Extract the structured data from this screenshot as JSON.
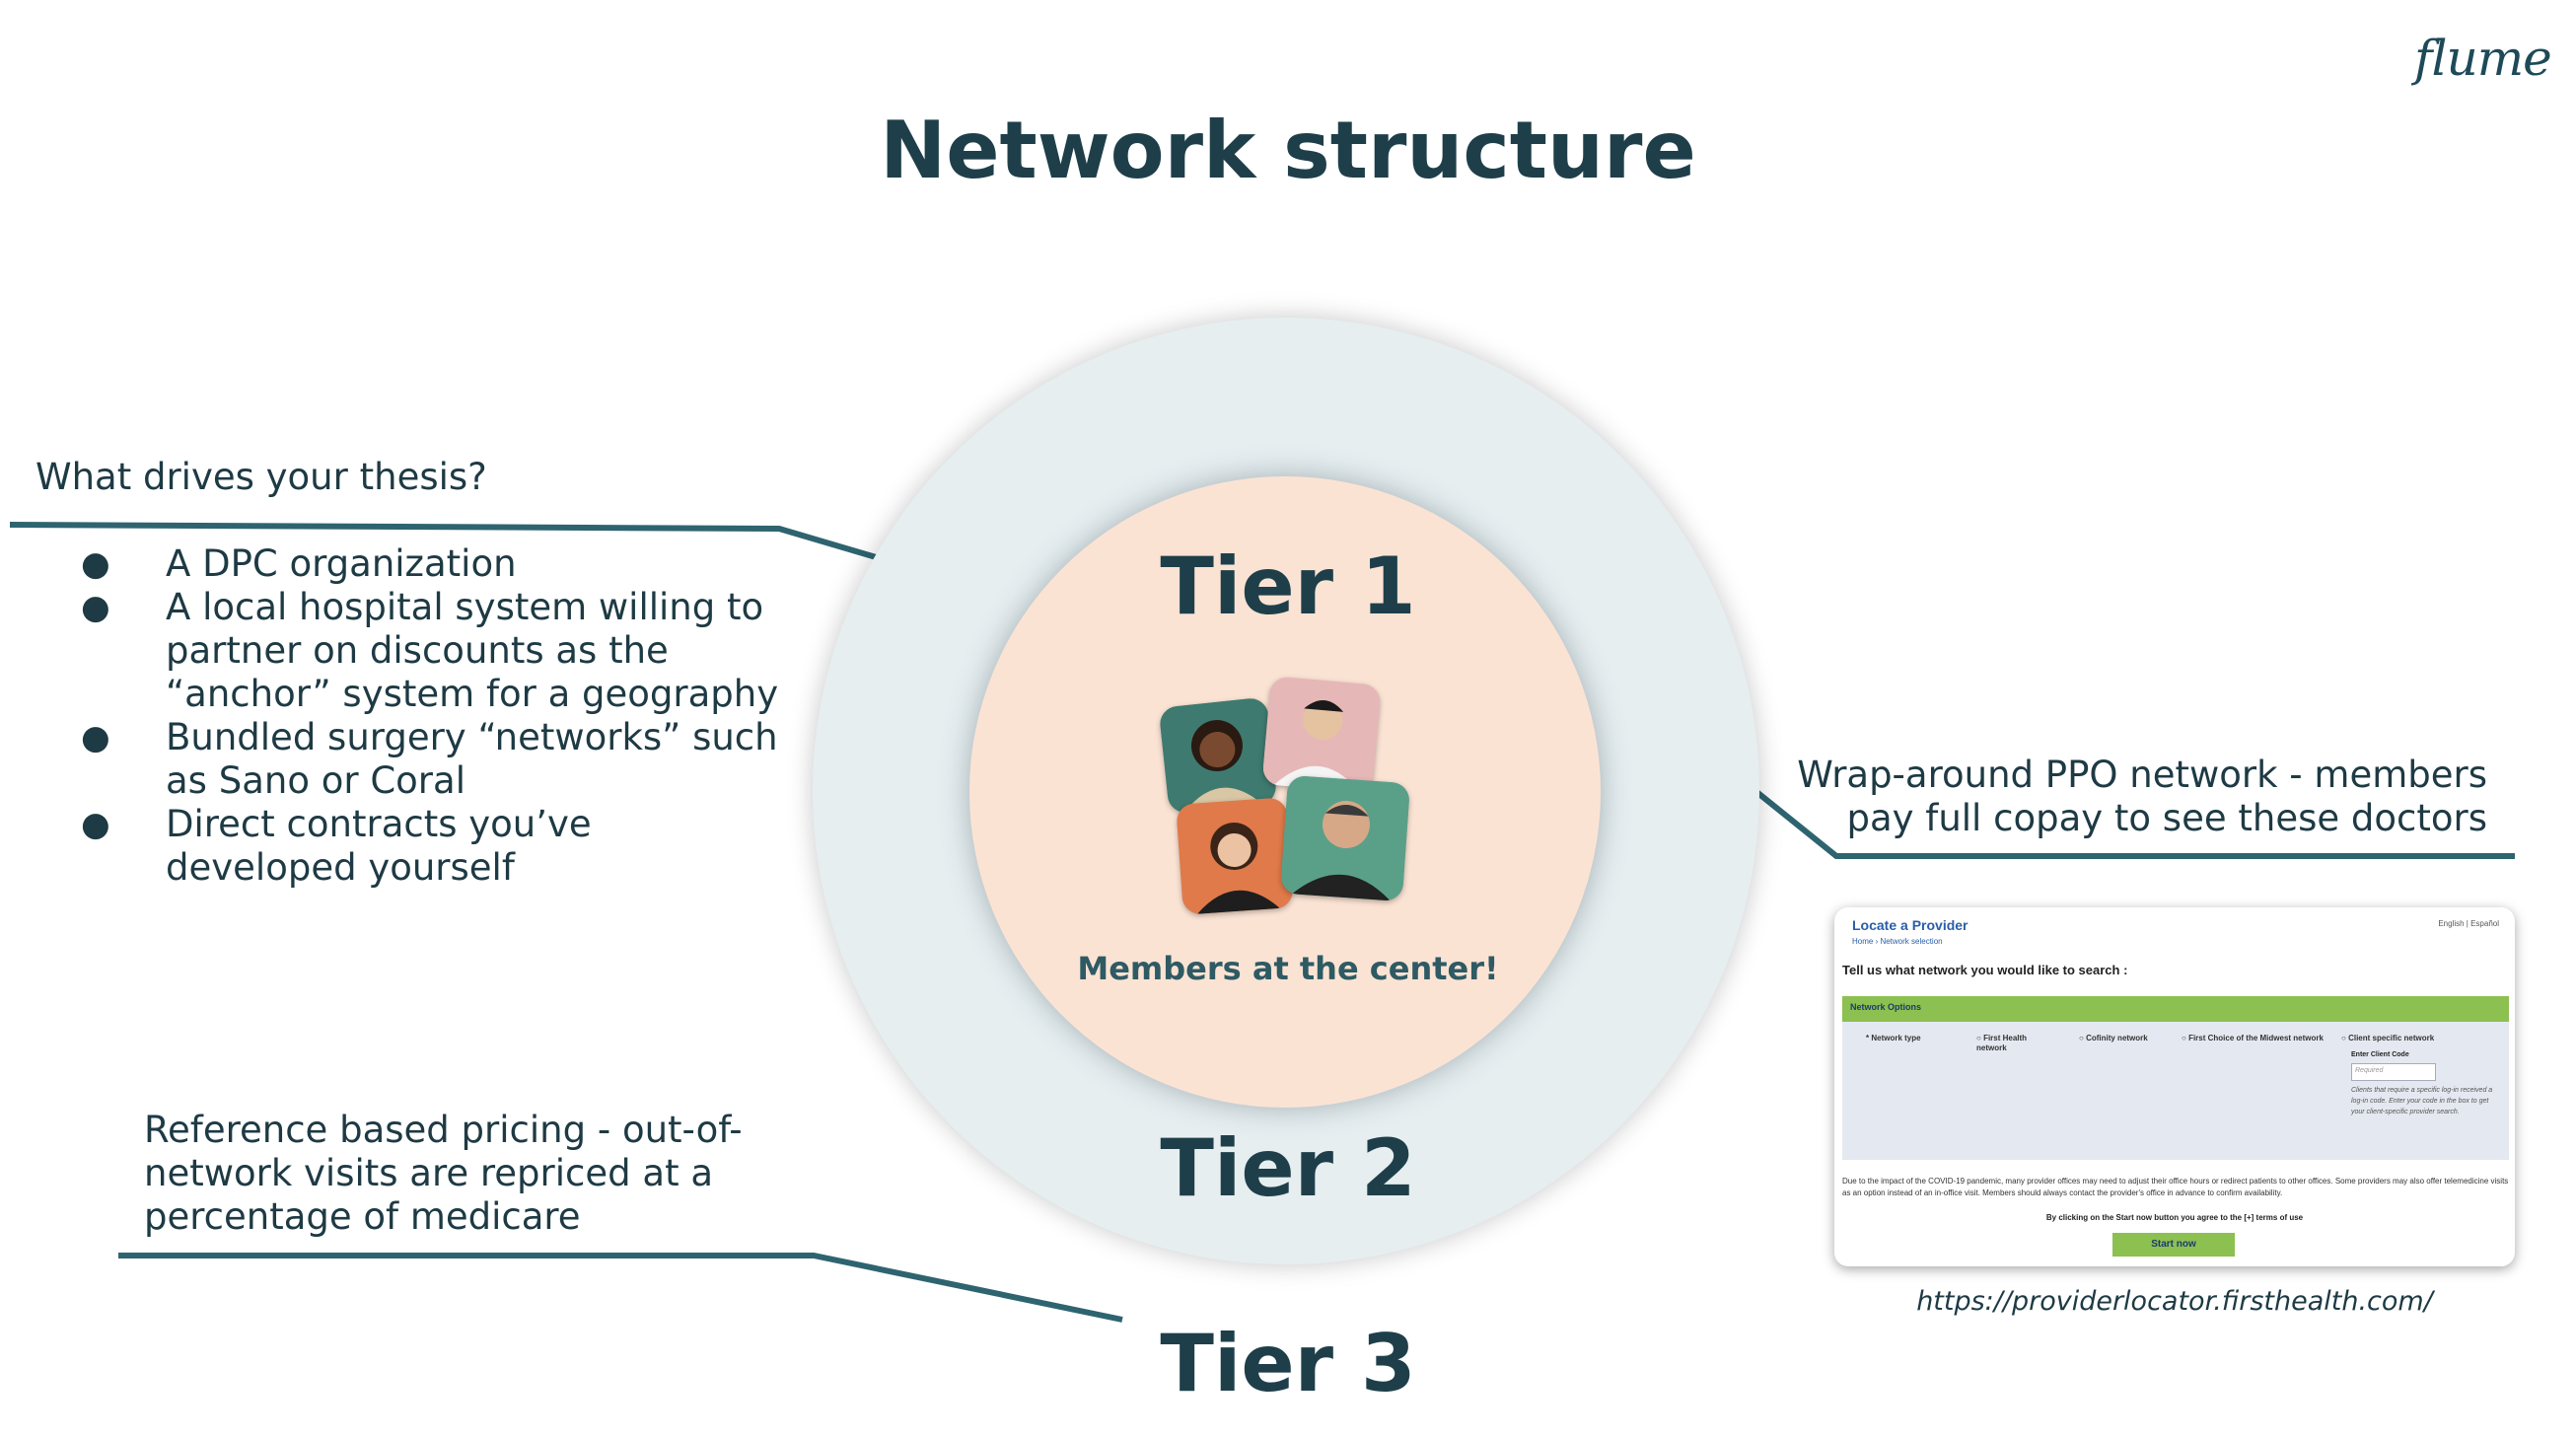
{
  "brand": {
    "logo_text": "flume"
  },
  "slide": {
    "title": "Network structure"
  },
  "diagram": {
    "tier1": "Tier 1",
    "tier2": "Tier 2",
    "tier3": "Tier 3",
    "center_caption": "Members at the center!"
  },
  "left_panel": {
    "question": "What drives your thesis?",
    "bullets": [
      "A DPC organization",
      "A local hospital system willing to partner on discounts as the “anchor” system for a geography",
      "Bundled surgery “networks” such as Sano or Coral",
      "Direct contracts you’ve developed yourself"
    ]
  },
  "reference_pricing": {
    "text": "Reference based pricing - out-of-network visits are repriced at a percentage of medicare"
  },
  "ppo": {
    "text": "Wrap-around PPO network - members pay full copay to see these doctors"
  },
  "provider_screenshot": {
    "title": "Locate a Provider",
    "lang": "English | Español",
    "breadcrumb": "Home  ›  Network selection",
    "heading": "Tell us what network you would like to search :",
    "options_bar": "Network Options",
    "network_type_label": "* Network type",
    "options": [
      "First Health network",
      "Cofinity network",
      "First Choice of the Midwest network",
      "Client specific network"
    ],
    "enter_code_label": "Enter Client Code",
    "code_placeholder": "Required",
    "code_help": "Clients that require a specific log-in received a log-in code. Enter your code in the box to get your client-specific provider search.",
    "notice": "Due to the impact of the COVID-19 pandemic, many provider offices may need to adjust their office hours or redirect patients to other offices. Some providers may also offer telemedicine visits as an option instead of an in-office visit. Members should always contact the provider's office in advance to confirm availability.",
    "agree_text": "By clicking on the Start now button you agree to the [+] terms of use",
    "start_button": "Start now"
  },
  "source_url": "https://providerlocator.firsthealth.com/",
  "colors": {
    "title": "#1e3f4a",
    "connector_line": "#2e6470",
    "outer_ring": "#e6eef0",
    "inner_circle": "#fbe3d4",
    "screenshot_accent": "#8cc051"
  }
}
